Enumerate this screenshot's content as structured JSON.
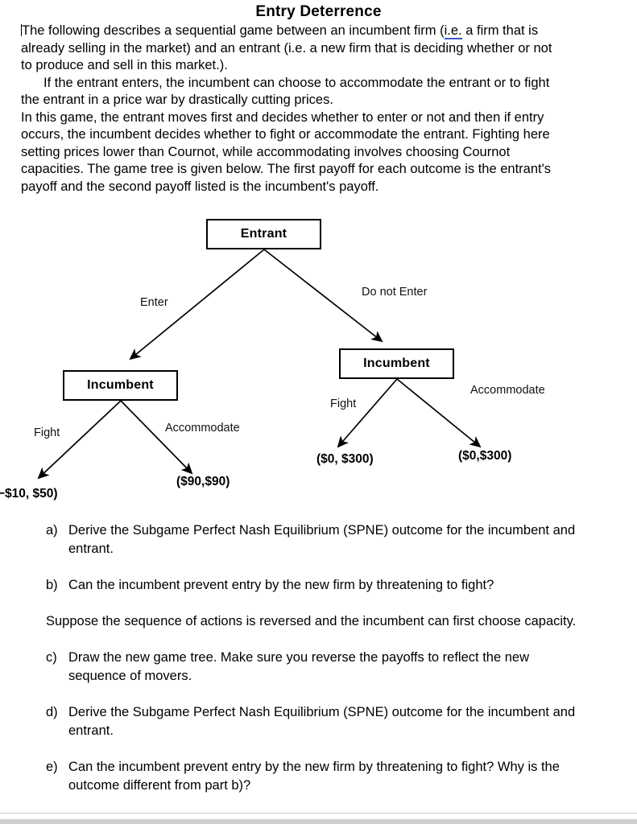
{
  "document": {
    "title": "Entry Deterrence",
    "paragraphs": [
      {
        "id": "p1",
        "indent": false,
        "before_link": "The following describes a sequential game between an incumbent firm (",
        "link_text": "i.e.",
        "after_link": " a firm that is already selling in the market) and an entrant (i.e. a new firm that is deciding whether or not to produce and sell in this market.)."
      },
      {
        "id": "p2",
        "indent": true,
        "text": "If the entrant enters, the incumbent can choose to accommodate the entrant or to fight the entrant in a price war by drastically cutting prices."
      },
      {
        "id": "p3",
        "indent": false,
        "text": "In this game, the entrant moves first and decides whether to enter or not and then if entry occurs, the incumbent decides whether to fight or accommodate the entrant. Fighting here setting prices lower than Cournot, while accommodating involves choosing Cournot capacities. The game tree is given below. The first payoff for each outcome is the entrant's payoff and the second payoff listed is the incumbent's payoff."
      }
    ]
  },
  "game_tree": {
    "nodes": {
      "root": "Entrant",
      "left_incumbent": "Incumbent",
      "right_incumbent": "Incumbent"
    },
    "edges": {
      "enter": "Enter",
      "do_not_enter": "Do not Enter",
      "left_fight": "Fight",
      "left_accommodate": "Accommodate",
      "right_fight": "Fight",
      "right_accommodate": "Accommodate"
    },
    "payoffs": {
      "enter_fight": "−$10, $50)",
      "enter_accommodate": "($90,$90)",
      "not_enter_fight": "($0, $300)",
      "not_enter_accommodate": "($0,$300)"
    }
  },
  "questions": [
    {
      "marker": "a)",
      "text": "Derive the Subgame Perfect Nash Equilibrium (SPNE) outcome for the incumbent and entrant.",
      "type": "lettered"
    },
    {
      "marker": "b)",
      "text": "Can the incumbent prevent entry by the new firm by threatening to fight?",
      "type": "lettered"
    },
    {
      "marker": "",
      "text": "Suppose the sequence of actions is reversed and the incumbent can first choose capacity.",
      "type": "plain"
    },
    {
      "marker": "c)",
      "text": "Draw the new game tree. Make sure you reverse the payoffs to reflect the new sequence of movers.",
      "type": "lettered"
    },
    {
      "marker": "d)",
      "text": "Derive the Subgame Perfect Nash Equilibrium (SPNE) outcome for the incumbent and entrant.",
      "type": "lettered"
    },
    {
      "marker": "e)",
      "text": "Can the incumbent prevent entry by the new firm by threatening to fight? Why is the outcome different from part b)?",
      "type": "lettered"
    }
  ],
  "colors": {
    "text": "#000000",
    "grammar_underline": "#3a55c8",
    "page_edge": "#cfcfcf"
  }
}
